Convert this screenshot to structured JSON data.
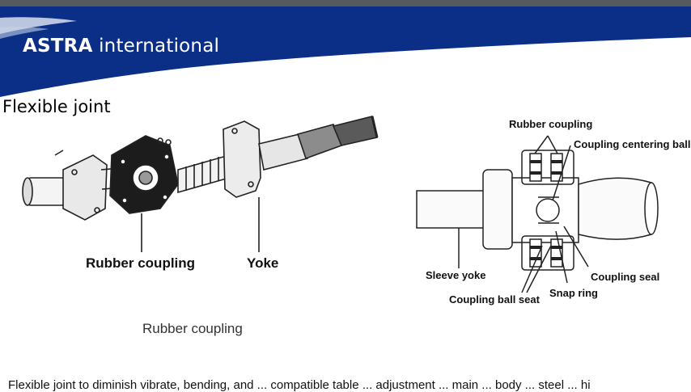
{
  "header": {
    "brand_bold": "ASTRA",
    "brand_rest": "international",
    "bar_color": "#555a60",
    "banner_color": "#0b2f86"
  },
  "slide": {
    "title": "Flexible joint",
    "caption": "Rubber coupling",
    "bottom_text": "Flexible joint to diminish vibrate, bending, and ... compatible table ... adjustment ... main ... body ... steel ... hi"
  },
  "figure_left": {
    "labels": {
      "rubber_coupling": "Rubber coupling",
      "yoke": "Yoke"
    }
  },
  "figure_right": {
    "labels": {
      "rubber_coupling": "Rubber coupling",
      "coupling_centering_ball": "Coupling centering ball",
      "sleeve_yoke": "Sleeve yoke",
      "coupling_ball_seat": "Coupling ball seat",
      "snap_ring": "Snap ring",
      "coupling_seal": "Coupling seal"
    }
  }
}
